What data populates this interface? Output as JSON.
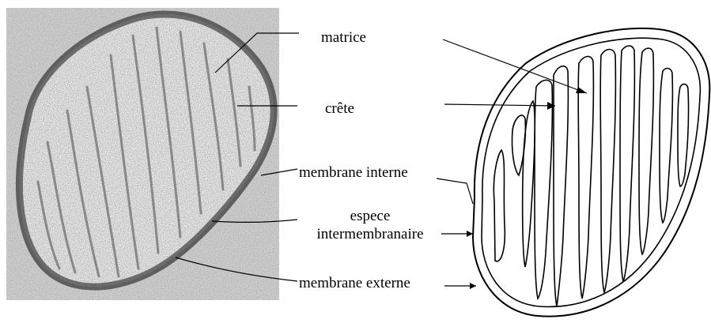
{
  "labels": {
    "matrice": "matrice",
    "crete": "crête",
    "membrane_interne": "membrane interne",
    "espace_line1": "espece",
    "espace_line2": "intermembranaire",
    "membrane_externe": "membrane externe"
  },
  "colors": {
    "ink": "#000000",
    "micrograph_dark": "#4a4a4a",
    "micrograph_light": "#e8e8e8",
    "background": "#ffffff"
  }
}
